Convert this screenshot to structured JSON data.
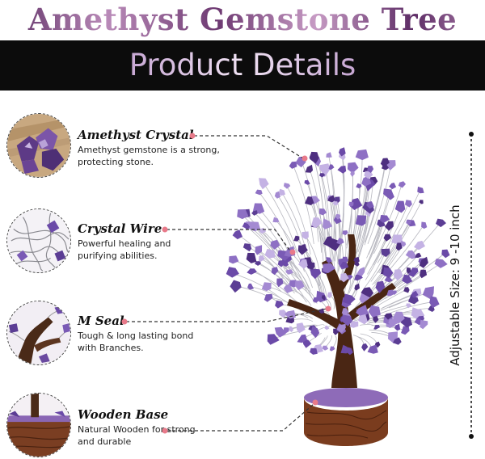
{
  "header": {
    "title": "Amethyst Gemstone Tree",
    "banner": "Product Details"
  },
  "features": [
    {
      "name": "Amethyst Crystal",
      "desc_lines": [
        "Amethyst gemstone is a strong,",
        "protecting stone."
      ]
    },
    {
      "name": "Crystal Wire",
      "desc_lines": [
        "Powerful healing and",
        "purifying abilities."
      ]
    },
    {
      "name": "M Seal",
      "desc_lines": [
        "Tough & long lasting bond",
        "with Branches."
      ]
    },
    {
      "name": "Wooden Base",
      "desc_lines": [
        "Natural Wooden for strong",
        "and durable"
      ]
    }
  ],
  "size": {
    "label": "Adjustable Size: 9 -10 inch"
  },
  "colors": {
    "accent_dot": "#e87a8a",
    "amethyst": "#6b4aa8",
    "bark": "#5a3420",
    "banner_bg": "#0c0c0c"
  },
  "icons": [
    "amethyst-crystal-icon",
    "crystal-wire-icon",
    "m-seal-icon",
    "wooden-base-icon"
  ]
}
